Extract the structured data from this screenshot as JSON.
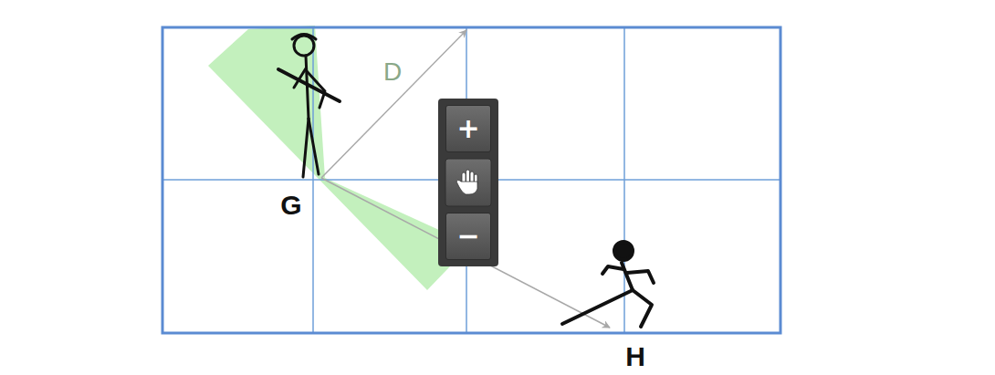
{
  "diagram": {
    "nodes": [
      {
        "text": [
          "+"
        ]
      },
      {
        "text": [
          "−"
        ]
      }
    ],
    "labels": [
      "D",
      "G",
      "H"
    ]
  }
}
